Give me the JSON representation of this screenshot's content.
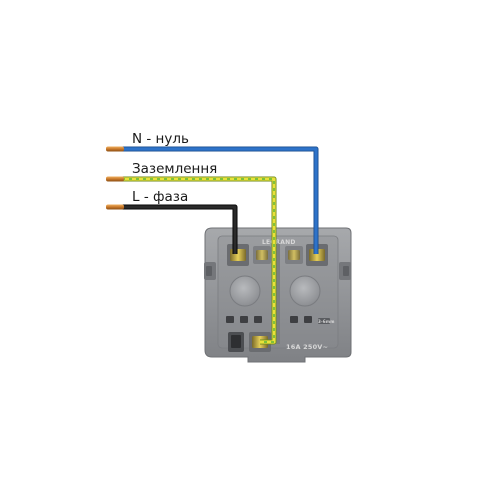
{
  "labels": {
    "neutral": "N - нуль",
    "ground": "Заземлення",
    "phase": "L - фаза"
  },
  "colors": {
    "neutral_wire": "#2e73c9",
    "ground_wire_yellow": "#e8e23a",
    "ground_wire_green": "#3fae3a",
    "phase_wire": "#1c1c1c",
    "copper": "#d18a3a",
    "socket_body": "#8e9093"
  }
}
